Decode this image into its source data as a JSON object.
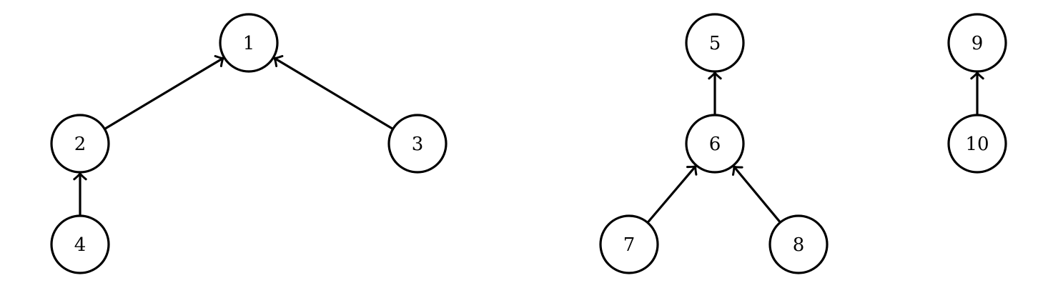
{
  "diagram": {
    "type": "directed-forest",
    "edge_direction": "child-to-parent",
    "colors": {
      "stroke": "#000000",
      "node_fill": "#ffffff",
      "background": "#ffffff"
    },
    "nodes": [
      {
        "id": "1",
        "label": "1"
      },
      {
        "id": "2",
        "label": "2"
      },
      {
        "id": "3",
        "label": "3"
      },
      {
        "id": "4",
        "label": "4"
      },
      {
        "id": "5",
        "label": "5"
      },
      {
        "id": "6",
        "label": "6"
      },
      {
        "id": "7",
        "label": "7"
      },
      {
        "id": "8",
        "label": "8"
      },
      {
        "id": "9",
        "label": "9"
      },
      {
        "id": "10",
        "label": "10"
      }
    ],
    "edges": [
      {
        "from": "2",
        "to": "1"
      },
      {
        "from": "3",
        "to": "1"
      },
      {
        "from": "4",
        "to": "2"
      },
      {
        "from": "6",
        "to": "5"
      },
      {
        "from": "7",
        "to": "6"
      },
      {
        "from": "8",
        "to": "6"
      },
      {
        "from": "10",
        "to": "9"
      }
    ]
  }
}
